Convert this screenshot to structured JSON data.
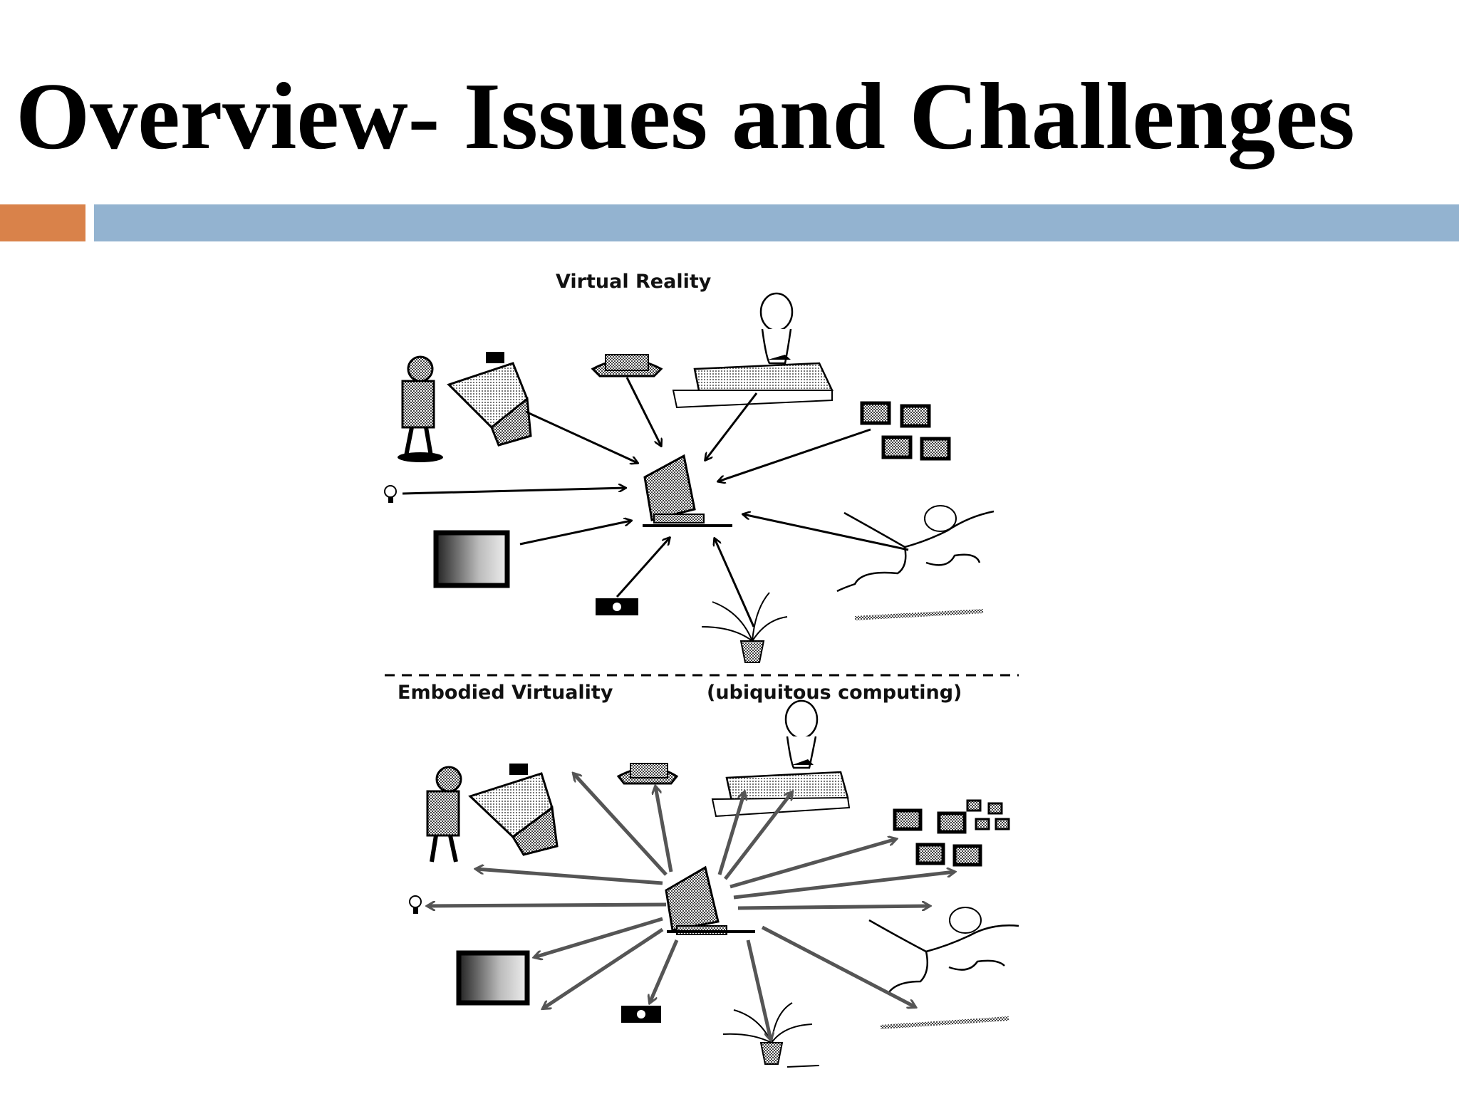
{
  "slide": {
    "title": "Overview- Issues and Challenges"
  },
  "diagram": {
    "top_label": "Virtual Reality",
    "bottom_label_left": "Embodied Virtuality",
    "bottom_label_right": "(ubiquitous computing)"
  },
  "colors": {
    "accent": "#d9824a",
    "band": "#93b3d0"
  }
}
